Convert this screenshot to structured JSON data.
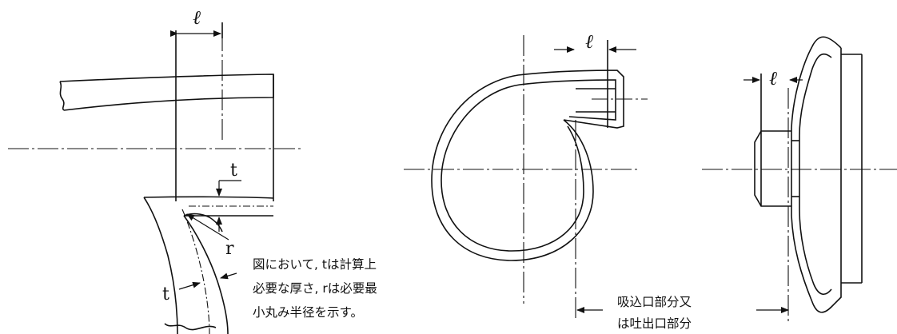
{
  "symbols": {
    "length": "ℓ",
    "thickness": "t",
    "radius": "r"
  },
  "note": {
    "lines": [
      "図において, tは計算上",
      "必要な厚さ, rは必要最",
      "小丸み半径を示す。"
    ]
  },
  "port_label": {
    "lines": [
      "吸込口部分又",
      "は吐出口部分"
    ]
  },
  "colors": {
    "stroke": "#111111",
    "background": "#ffffff"
  }
}
